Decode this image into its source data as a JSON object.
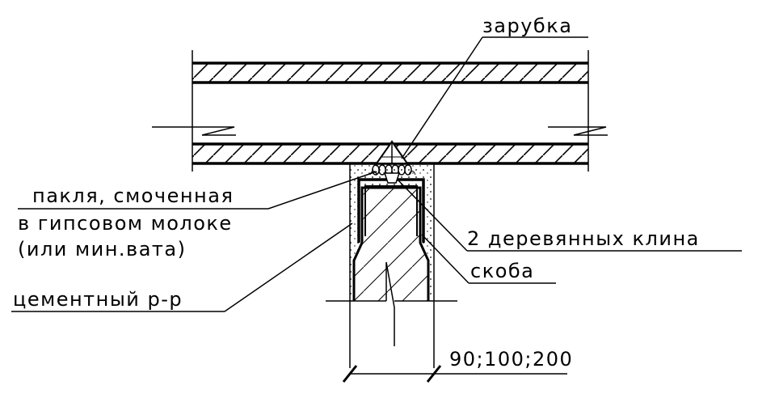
{
  "labels": {
    "notch": "зарубка",
    "tow_line1": "пакля, смоченная",
    "tow_line2": "в гипсовом молоке",
    "tow_line3": "(или мин.вата)",
    "wedges": "2 деревянных клина",
    "bracket": "скоба",
    "mortar": "цементный р-р",
    "dimension": "90;100;200"
  },
  "colors": {
    "line": "#000000",
    "background": "#ffffff",
    "fill_dots": "#000000"
  }
}
